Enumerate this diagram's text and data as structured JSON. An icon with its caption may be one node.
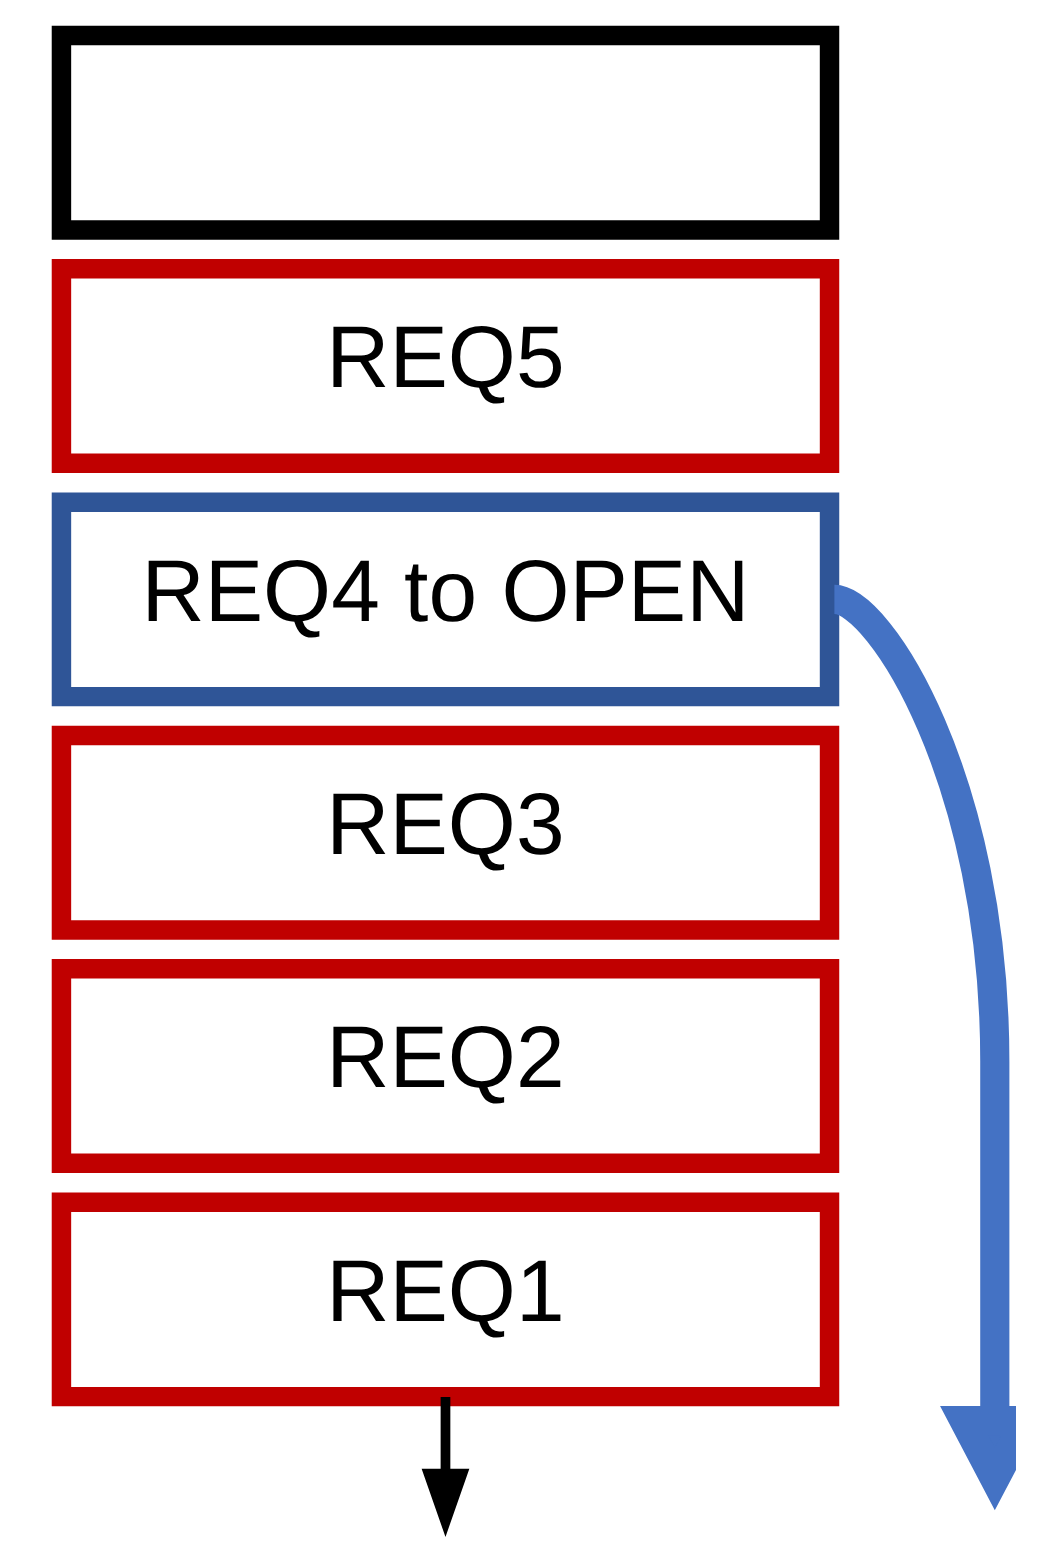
{
  "diagram": {
    "nodes": [
      {
        "text": [],
        "shape": "box"
      },
      {
        "text": [
          "REQ5"
        ]
      },
      {
        "text": [
          "REQ4 to OPEN"
        ]
      },
      {
        "text": [
          "REQ3"
        ]
      },
      {
        "text": [
          "REQ2"
        ]
      },
      {
        "text": [
          "REQ1"
        ]
      }
    ],
    "edges": [
      {
        "from": 5,
        "to": null,
        "arrow": "to"
      },
      {
        "from": 2,
        "to": null,
        "arrow": "to",
        "style": "thick",
        "color": "#4472c4"
      }
    ]
  }
}
